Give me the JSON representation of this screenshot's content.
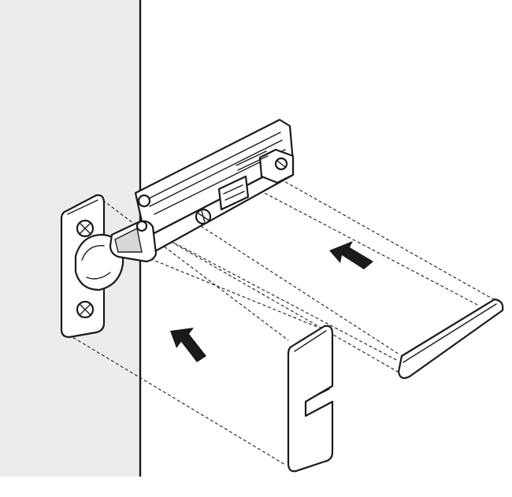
{
  "colors": {
    "background": "#ffffff",
    "cabinet_side": "#ececec",
    "line": "#1a1a1a",
    "arrow": "#1a1a1a"
  },
  "diagram": {
    "kind": "exploded assembly drawing",
    "parts": [
      {
        "name": "cabinet-side-panel"
      },
      {
        "name": "hinge-mounting-plate"
      },
      {
        "name": "hinge-arm"
      },
      {
        "name": "arm-cover-cap"
      },
      {
        "name": "cup-cover-cap"
      }
    ],
    "arrows": [
      {
        "name": "arrow-icon",
        "direction": "up-left"
      },
      {
        "name": "arrow-icon",
        "direction": "up-left"
      }
    ]
  }
}
